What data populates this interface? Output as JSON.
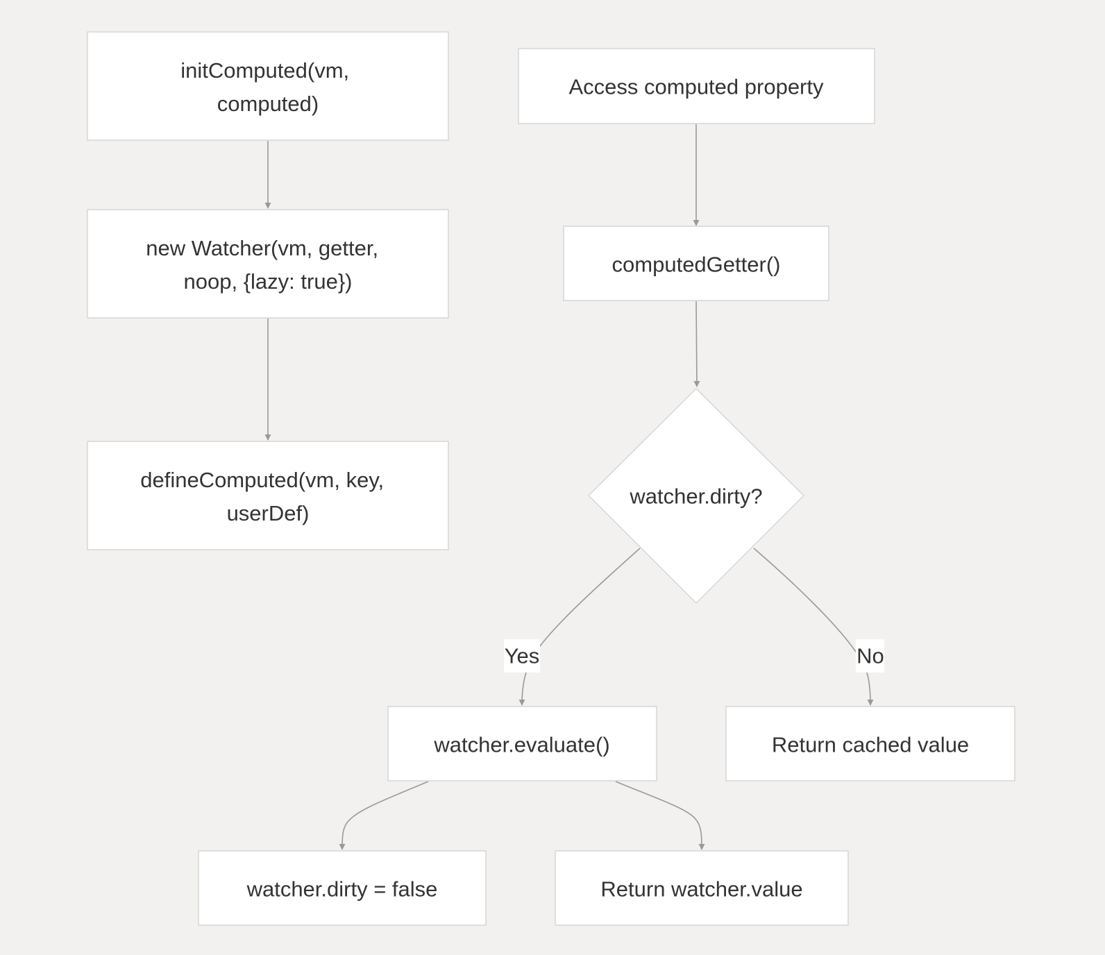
{
  "nodes": {
    "init_computed": {
      "lines": [
        "initComputed(vm,",
        "computed)"
      ]
    },
    "new_watcher": {
      "lines": [
        "new Watcher(vm, getter,",
        "noop, {lazy: true})"
      ]
    },
    "define_computed": {
      "lines": [
        "defineComputed(vm, key,",
        "userDef)"
      ]
    },
    "access_computed": {
      "lines": [
        "Access computed property"
      ]
    },
    "computed_getter": {
      "lines": [
        "computedGetter()"
      ]
    },
    "dirty_check": {
      "lines": [
        "watcher.dirty?"
      ]
    },
    "evaluate": {
      "lines": [
        "watcher.evaluate()"
      ]
    },
    "return_cached": {
      "lines": [
        "Return cached value"
      ]
    },
    "set_dirty_false": {
      "lines": [
        "watcher.dirty = false"
      ]
    },
    "return_value": {
      "lines": [
        "Return watcher.value"
      ]
    }
  },
  "edges": {
    "yes_label": "Yes",
    "no_label": "No"
  },
  "colors": {
    "background": "#f2f1ef",
    "node_fill": "#ffffff",
    "node_border": "#d6d6d6",
    "edge": "#999999",
    "text": "#333333"
  }
}
